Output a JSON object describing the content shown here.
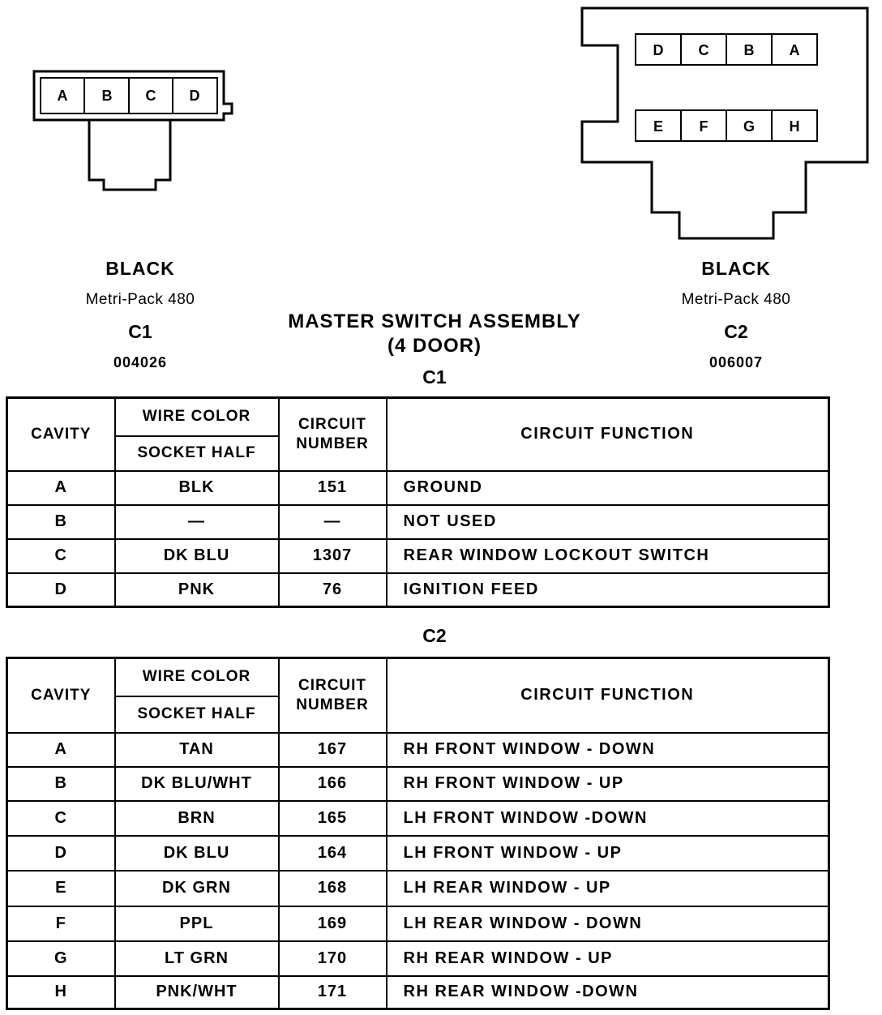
{
  "connectors": {
    "c1": {
      "pins": [
        "A",
        "B",
        "C",
        "D"
      ],
      "color": "BLACK",
      "type": "Metri-Pack 480",
      "id": "C1",
      "code": "004026"
    },
    "c2": {
      "pins_top": [
        "D",
        "C",
        "B",
        "A"
      ],
      "pins_bottom": [
        "E",
        "F",
        "G",
        "H"
      ],
      "color": "BLACK",
      "type": "Metri-Pack 480",
      "id": "C2",
      "code": "006007"
    }
  },
  "title": {
    "line1": "MASTER SWITCH ASSEMBLY",
    "line2": "(4 DOOR)"
  },
  "headers": {
    "cavity": "CAVITY",
    "wire_color": "WIRE COLOR",
    "socket_half": "SOCKET HALF",
    "circuit_number_l1": "CIRCUIT",
    "circuit_number_l2": "NUMBER",
    "circuit_function": "CIRCUIT FUNCTION"
  },
  "table_c1": {
    "label": "C1",
    "rows": [
      {
        "cavity": "A",
        "wire": "BLK",
        "circuit": "151",
        "function": "GROUND"
      },
      {
        "cavity": "B",
        "wire": "—",
        "circuit": "—",
        "function": "NOT USED"
      },
      {
        "cavity": "C",
        "wire": "DK BLU",
        "circuit": "1307",
        "function": "REAR WINDOW LOCKOUT SWITCH"
      },
      {
        "cavity": "D",
        "wire": "PNK",
        "circuit": "76",
        "function": "IGNITION FEED"
      }
    ]
  },
  "table_c2": {
    "label": "C2",
    "rows": [
      {
        "cavity": "A",
        "wire": "TAN",
        "circuit": "167",
        "function": "RH FRONT WINDOW - DOWN"
      },
      {
        "cavity": "B",
        "wire": "DK BLU/WHT",
        "circuit": "166",
        "function": "RH FRONT WINDOW - UP"
      },
      {
        "cavity": "C",
        "wire": "BRN",
        "circuit": "165",
        "function": "LH FRONT WINDOW -DOWN"
      },
      {
        "cavity": "D",
        "wire": "DK BLU",
        "circuit": "164",
        "function": "LH FRONT WINDOW - UP"
      },
      {
        "cavity": "E",
        "wire": "DK GRN",
        "circuit": "168",
        "function": "LH REAR WINDOW - UP"
      },
      {
        "cavity": "F",
        "wire": "PPL",
        "circuit": "169",
        "function": "LH REAR WINDOW - DOWN"
      },
      {
        "cavity": "G",
        "wire": "LT GRN",
        "circuit": "170",
        "function": "RH REAR WINDOW - UP"
      },
      {
        "cavity": "H",
        "wire": "PNK/WHT",
        "circuit": "171",
        "function": "RH REAR WINDOW -DOWN"
      }
    ]
  }
}
